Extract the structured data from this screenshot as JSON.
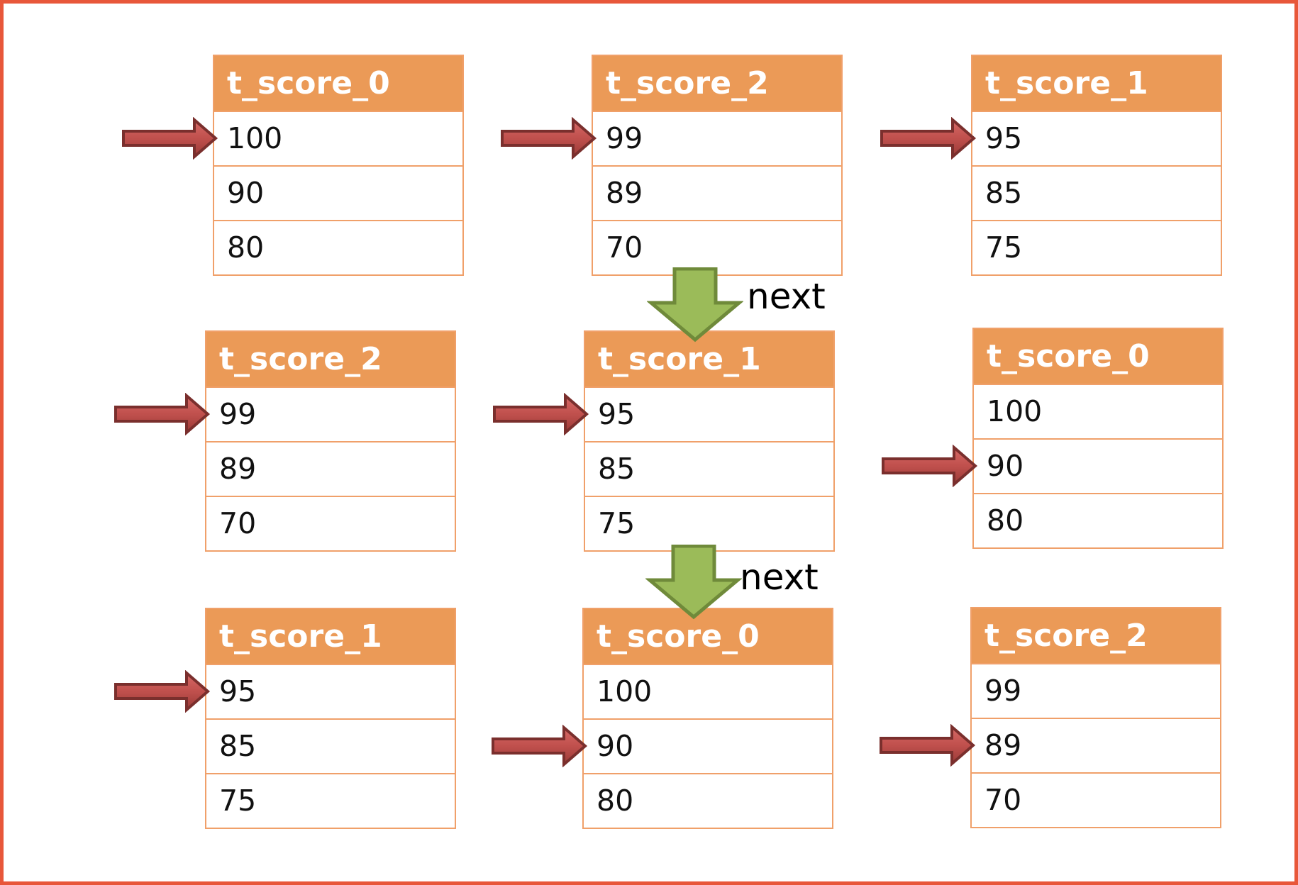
{
  "colors": {
    "frame": "#e8573a",
    "header": "#eb9a57",
    "border": "#f0a06a",
    "pointer": "#c0504d",
    "next_arrow": "#9bbb59"
  },
  "grid": [
    [
      {
        "name": "t_score_0",
        "rows": [
          "100",
          "90",
          "80"
        ],
        "pointer": 0
      },
      {
        "name": "t_score_2",
        "rows": [
          "99",
          "89",
          "70"
        ],
        "pointer": 0
      },
      {
        "name": "t_score_1",
        "rows": [
          "95",
          "85",
          "75"
        ],
        "pointer": 0
      }
    ],
    [
      {
        "name": "t_score_2",
        "rows": [
          "99",
          "89",
          "70"
        ],
        "pointer": 0
      },
      {
        "name": "t_score_1",
        "rows": [
          "95",
          "85",
          "75"
        ],
        "pointer": 0
      },
      {
        "name": "t_score_0",
        "rows": [
          "100",
          "90",
          "80"
        ],
        "pointer": 1
      }
    ],
    [
      {
        "name": "t_score_1",
        "rows": [
          "95",
          "85",
          "75"
        ],
        "pointer": 0
      },
      {
        "name": "t_score_0",
        "rows": [
          "100",
          "90",
          "80"
        ],
        "pointer": 1
      },
      {
        "name": "t_score_2",
        "rows": [
          "99",
          "89",
          "70"
        ],
        "pointer": 1
      }
    ]
  ],
  "transitions": [
    {
      "label": "next"
    },
    {
      "label": "next"
    }
  ]
}
